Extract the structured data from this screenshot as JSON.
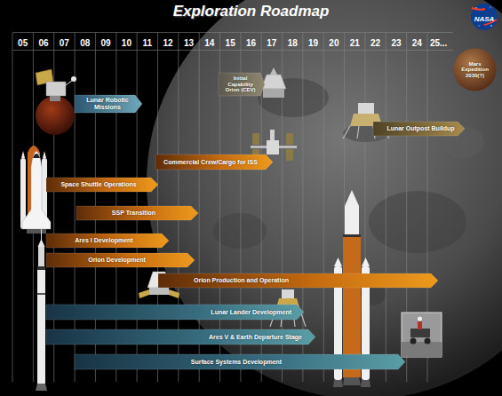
{
  "diagram": {
    "title": "Exploration Roadmap",
    "nodes": [
      {
        "text": [
          "Initial Capability Orion (CEV)"
        ]
      },
      {
        "text": [
          "Mars Expedition 2030(?)"
        ]
      },
      {
        "text": [
          "Lunar Robotic Missions"
        ]
      },
      {
        "text": [
          "Lunar Outpost Buildup"
        ]
      },
      {
        "text": [
          "Commercial Crew/Cargo for ISS"
        ]
      },
      {
        "text": [
          "Space Shuttle Operations"
        ]
      },
      {
        "text": [
          "SSP Transition"
        ]
      },
      {
        "text": [
          "Ares I Development"
        ]
      },
      {
        "text": [
          "Orion Development"
        ]
      },
      {
        "text": [
          "Orion Production and Operation"
        ]
      },
      {
        "text": [
          "Lunar Lander Development"
        ]
      },
      {
        "text": [
          "Ares V & Earth Departure Stage"
        ]
      },
      {
        "text": [
          "Surface Systems Development"
        ]
      }
    ],
    "labels": [
      "NASA",
      "05",
      "06",
      "07",
      "08",
      "09",
      "10",
      "11",
      "12",
      "13",
      "14",
      "15",
      "16",
      "17",
      "18",
      "19",
      "20",
      "21",
      "22",
      "23",
      "24",
      "25..."
    ]
  }
}
